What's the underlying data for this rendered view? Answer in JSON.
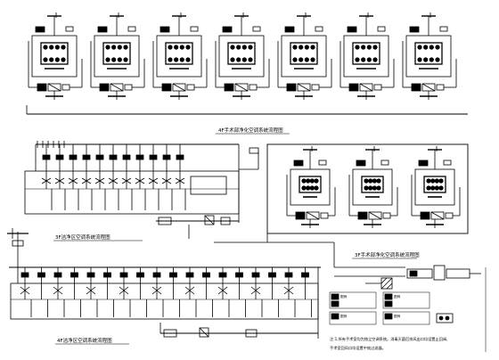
{
  "diagram": {
    "captions": {
      "top_system": "4F手术部净化空调系统流程图",
      "mid_left_system": "3F洁净区空调系统流程图",
      "right_system": "3F手术部净化空调系统流程图",
      "bottom_system": "4F洁净区空调系统流程图"
    },
    "legend": {
      "items": [
        "图例",
        "图例",
        "图例",
        "图例"
      ]
    },
    "notes": [
      "注:1.所有手术室均为独立空调系统。消毒灭菌后排风出口均设置止回阀,",
      "手术室回风口均设置中效过滤器。"
    ]
  }
}
